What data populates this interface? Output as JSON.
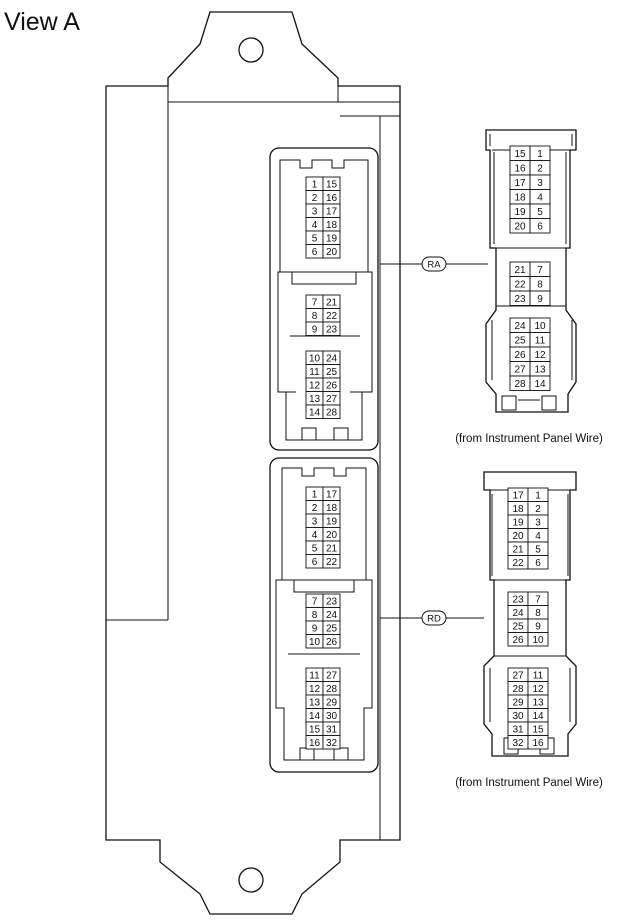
{
  "title": "View A",
  "connectors": [
    {
      "label": "RA",
      "caption": "(from Instrument Panel Wire)",
      "ecu_groups": [
        [
          [
            1,
            15
          ],
          [
            2,
            16
          ],
          [
            3,
            17
          ],
          [
            4,
            18
          ],
          [
            5,
            19
          ],
          [
            6,
            20
          ]
        ],
        [
          [
            7,
            21
          ],
          [
            8,
            22
          ],
          [
            9,
            23
          ]
        ],
        [
          [
            10,
            24
          ],
          [
            11,
            25
          ],
          [
            12,
            26
          ],
          [
            13,
            27
          ],
          [
            14,
            28
          ]
        ]
      ],
      "harness_groups": [
        [
          [
            15,
            1
          ],
          [
            16,
            2
          ],
          [
            17,
            3
          ],
          [
            18,
            4
          ],
          [
            19,
            5
          ],
          [
            20,
            6
          ]
        ],
        [
          [
            21,
            7
          ],
          [
            22,
            8
          ],
          [
            23,
            9
          ]
        ],
        [
          [
            24,
            10
          ],
          [
            25,
            11
          ],
          [
            26,
            12
          ],
          [
            27,
            13
          ],
          [
            28,
            14
          ]
        ]
      ]
    },
    {
      "label": "RD",
      "caption": "(from Instrument Panel Wire)",
      "ecu_groups": [
        [
          [
            1,
            17
          ],
          [
            2,
            18
          ],
          [
            3,
            19
          ],
          [
            4,
            20
          ],
          [
            5,
            21
          ],
          [
            6,
            22
          ]
        ],
        [
          [
            7,
            23
          ],
          [
            8,
            24
          ],
          [
            9,
            25
          ],
          [
            10,
            26
          ]
        ],
        [
          [
            11,
            27
          ],
          [
            12,
            28
          ],
          [
            13,
            29
          ],
          [
            14,
            30
          ],
          [
            15,
            31
          ],
          [
            16,
            32
          ]
        ]
      ],
      "harness_groups": [
        [
          [
            17,
            1
          ],
          [
            18,
            2
          ],
          [
            19,
            3
          ],
          [
            20,
            4
          ],
          [
            21,
            5
          ],
          [
            22,
            6
          ]
        ],
        [
          [
            23,
            7
          ],
          [
            24,
            8
          ],
          [
            25,
            9
          ],
          [
            26,
            10
          ]
        ],
        [
          [
            27,
            11
          ],
          [
            28,
            12
          ],
          [
            29,
            13
          ],
          [
            30,
            14
          ],
          [
            31,
            15
          ],
          [
            32,
            16
          ]
        ]
      ]
    }
  ]
}
